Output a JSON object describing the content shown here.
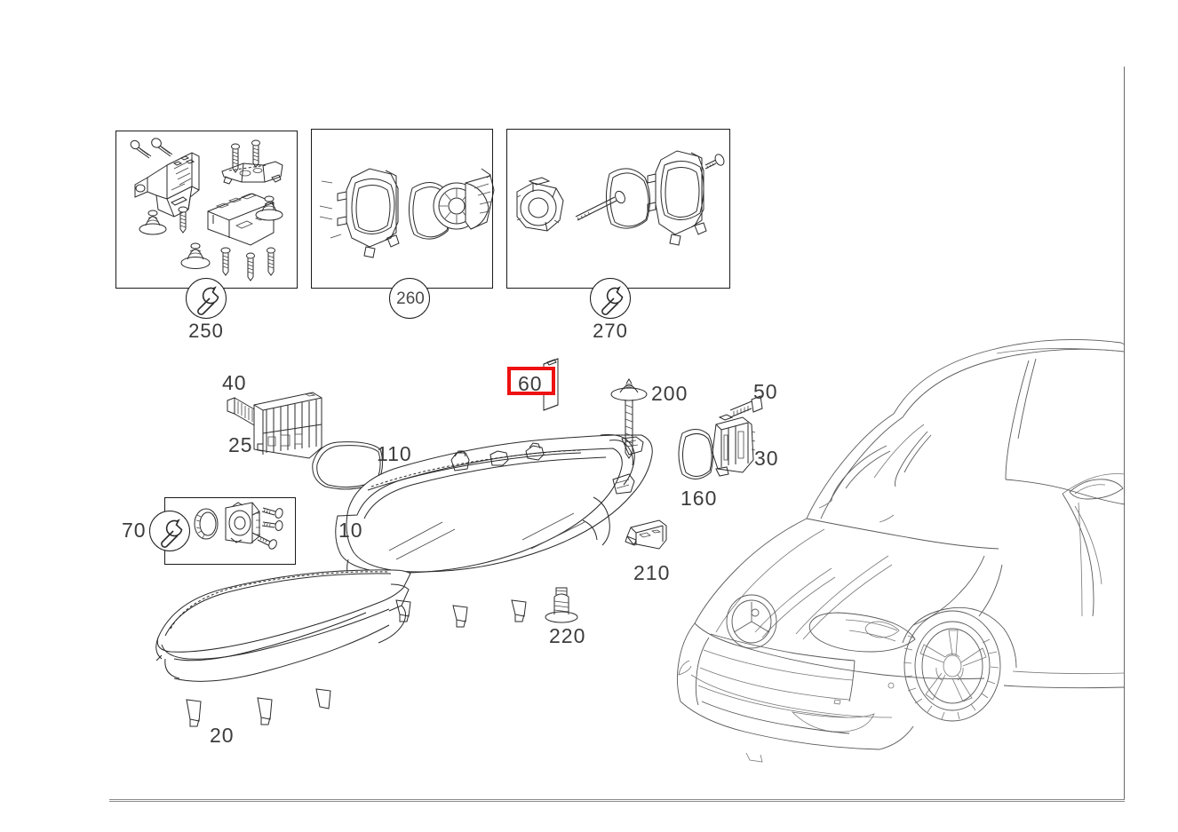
{
  "diagram": {
    "title": "Headlamp assembly exploded parts diagram",
    "vehicle": "Mercedes-Benz S-Class Coupe front three-quarter view",
    "background_color": "#ffffff",
    "line_color": "#2a2a2a",
    "highlight_color": "#ee1111"
  },
  "detail_boxes": [
    {
      "id": "box-250",
      "callout": "250",
      "marker_icon": "wrench-icon",
      "contents": "headlamp control unit, mounting bracket, housing tray and screws"
    },
    {
      "id": "box-260",
      "callout": "260",
      "marker_icon": "number-circle",
      "contents": "headlamp ventilation fan frame, gasket and blower wheel"
    },
    {
      "id": "box-270",
      "callout": "270",
      "marker_icon": "wrench-icon",
      "contents": "blower motor, screw, gasket and fan frame"
    },
    {
      "id": "box-70",
      "callout": "70",
      "marker_icon": "wrench-icon",
      "contents": "bulb socket, retaining ring and screws"
    }
  ],
  "part_labels": [
    {
      "id": "label-40",
      "number": "40"
    },
    {
      "id": "label-25",
      "number": "25"
    },
    {
      "id": "label-110",
      "number": "110"
    },
    {
      "id": "label-10",
      "number": "10"
    },
    {
      "id": "label-20",
      "number": "20"
    },
    {
      "id": "label-200",
      "number": "200"
    },
    {
      "id": "label-50",
      "number": "50"
    },
    {
      "id": "label-30",
      "number": "30"
    },
    {
      "id": "label-160",
      "number": "160"
    },
    {
      "id": "label-210",
      "number": "210"
    },
    {
      "id": "label-220",
      "number": "220"
    },
    {
      "id": "label-70",
      "number": "70"
    }
  ],
  "highlighted_label": {
    "number": "60",
    "border_color": "#ee1111",
    "selected": true
  }
}
